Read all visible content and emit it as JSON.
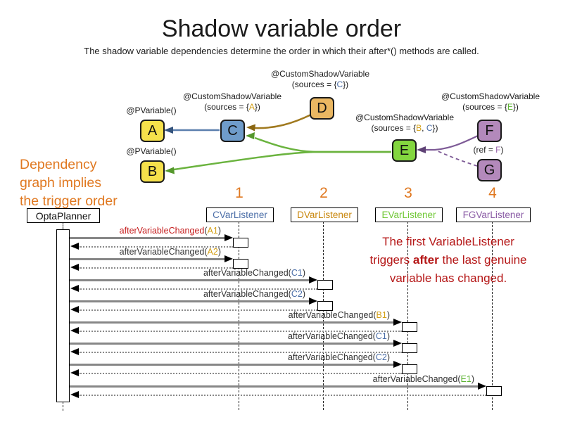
{
  "title": "Shadow variable order",
  "subtitle": "The shadow variable dependencies determine the order in which their after*() methods are called.",
  "left_caption": {
    "lines": [
      "Dependency",
      "graph implies",
      "the trigger order"
    ]
  },
  "right_note": {
    "line1": "The first VariableListener",
    "line2_pre": "triggers ",
    "line2_bold": "after",
    "line2_post": " the last genuine",
    "line3": "variable has changed."
  },
  "colors": {
    "orange_text": "#e07820",
    "red_text": "#b51717",
    "arrow_blue": "#5b7fad",
    "arrow_brown": "#a0791e",
    "arrow_green": "#6ab33e",
    "arrow_purple": "#7d5a96",
    "var_gold": "#d4a017",
    "var_blue": "#4a6da7",
    "var_green": "#5cb332",
    "var_purple": "#9a64ab"
  },
  "graph": {
    "nodes": [
      {
        "id": "A",
        "label": "A",
        "fill": "#f6e14b"
      },
      {
        "id": "B",
        "label": "B",
        "fill": "#f6e14b"
      },
      {
        "id": "C",
        "label": "C",
        "fill": "#6f9cca"
      },
      {
        "id": "D",
        "label": "D",
        "fill": "#eab762"
      },
      {
        "id": "E",
        "label": "E",
        "fill": "#83d63f"
      },
      {
        "id": "F",
        "label": "F",
        "fill": "#b389bb"
      },
      {
        "id": "G",
        "label": "G",
        "fill": "#b389bb"
      }
    ],
    "annotations": [
      {
        "node": "A",
        "lines": [
          [
            {
              "t": "@PVariable()"
            }
          ]
        ]
      },
      {
        "node": "B",
        "lines": [
          [
            {
              "t": "@PVariable()"
            }
          ]
        ]
      },
      {
        "node": "C",
        "lines": [
          [
            {
              "t": "@CustomShadowVariable"
            }
          ],
          [
            {
              "t": "(sources = {"
            },
            {
              "t": "A",
              "c": "#d4a017"
            },
            {
              "t": "})"
            }
          ]
        ]
      },
      {
        "node": "D",
        "lines": [
          [
            {
              "t": "@CustomShadowVariable"
            }
          ],
          [
            {
              "t": "(sources = {"
            },
            {
              "t": "C",
              "c": "#4a6da7"
            },
            {
              "t": "})"
            }
          ]
        ]
      },
      {
        "node": "E",
        "lines": [
          [
            {
              "t": "@CustomShadowVariable"
            }
          ],
          [
            {
              "t": "(sources = {"
            },
            {
              "t": "B",
              "c": "#d4a017"
            },
            {
              "t": ", "
            },
            {
              "t": "C",
              "c": "#4a6da7"
            },
            {
              "t": "})"
            }
          ]
        ]
      },
      {
        "node": "F",
        "lines": [
          [
            {
              "t": "@CustomShadowVariable"
            }
          ],
          [
            {
              "t": "(sources = {"
            },
            {
              "t": "E",
              "c": "#5cb332"
            },
            {
              "t": "})"
            }
          ]
        ]
      },
      {
        "node": "G",
        "lines": [
          [
            {
              "t": "(ref = "
            },
            {
              "t": "F",
              "c": "#9a64ab"
            },
            {
              "t": ")"
            }
          ]
        ]
      }
    ]
  },
  "sequence": {
    "actor": "OptaPlanner",
    "step_numbers": [
      "1",
      "2",
      "3",
      "4"
    ],
    "listeners": [
      {
        "label": "CVarListener",
        "color": "#4a6da7"
      },
      {
        "label": "DVarListener",
        "color": "#c8860b"
      },
      {
        "label": "EVarListener",
        "color": "#71c837"
      },
      {
        "label": "FGVarListener",
        "color": "#8a5ba5"
      }
    ],
    "messages": [
      {
        "method": "afterVariableChanged",
        "method_color": "#c41a1a",
        "arg": "A1",
        "arg_color": "#d4a017",
        "target": 0
      },
      {
        "method": "afterVariableChanged",
        "method_color": "#333333",
        "arg": "A2",
        "arg_color": "#d4a017",
        "target": 0
      },
      {
        "method": "afterVariableChanged",
        "method_color": "#333333",
        "arg": "C1",
        "arg_color": "#4a6da7",
        "target": 1
      },
      {
        "method": "afterVariableChanged",
        "method_color": "#333333",
        "arg": "C2",
        "arg_color": "#4a6da7",
        "target": 1
      },
      {
        "method": "afterVariableChanged",
        "method_color": "#333333",
        "arg": "B1",
        "arg_color": "#d4a017",
        "target": 2
      },
      {
        "method": "afterVariableChanged",
        "method_color": "#333333",
        "arg": "C1",
        "arg_color": "#4a6da7",
        "target": 2
      },
      {
        "method": "afterVariableChanged",
        "method_color": "#333333",
        "arg": "C2",
        "arg_color": "#4a6da7",
        "target": 2
      },
      {
        "method": "afterVariableChanged",
        "method_color": "#333333",
        "arg": "E1",
        "arg_color": "#5cb332",
        "target": 3
      }
    ]
  }
}
